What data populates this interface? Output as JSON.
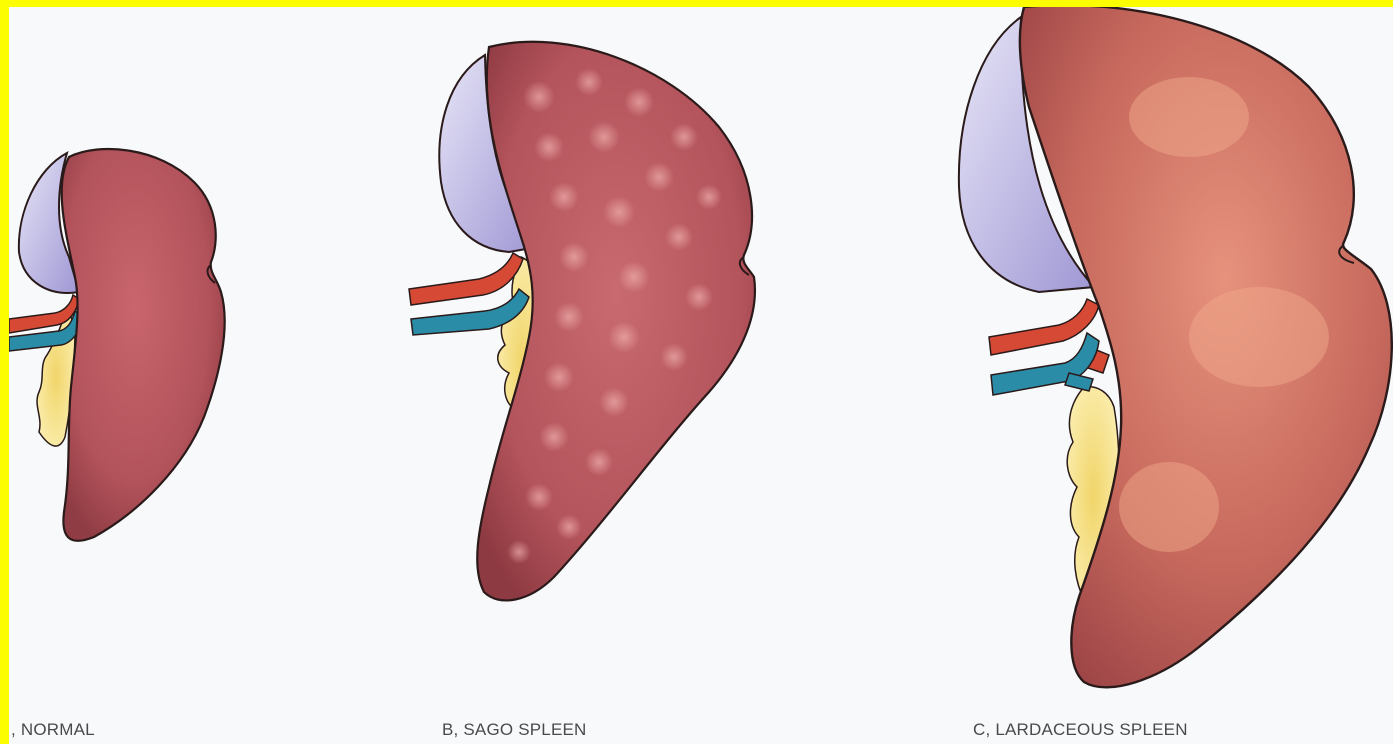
{
  "panels": [
    {
      "caption": ", NORMAL"
    },
    {
      "caption": "B, SAGO SPLEEN"
    },
    {
      "caption": "C, LARDACEOUS SPLEEN"
    }
  ],
  "colors": {
    "spleen": "#b5545c",
    "spleen_dark": "#8e3a42",
    "outline": "#2a1a1a",
    "peritoneum": "#c3bfe6",
    "artery": "#d64a35",
    "vein": "#2b8ca8",
    "fat": "#f4e08a",
    "sago_spots": "#e9a2a2"
  }
}
